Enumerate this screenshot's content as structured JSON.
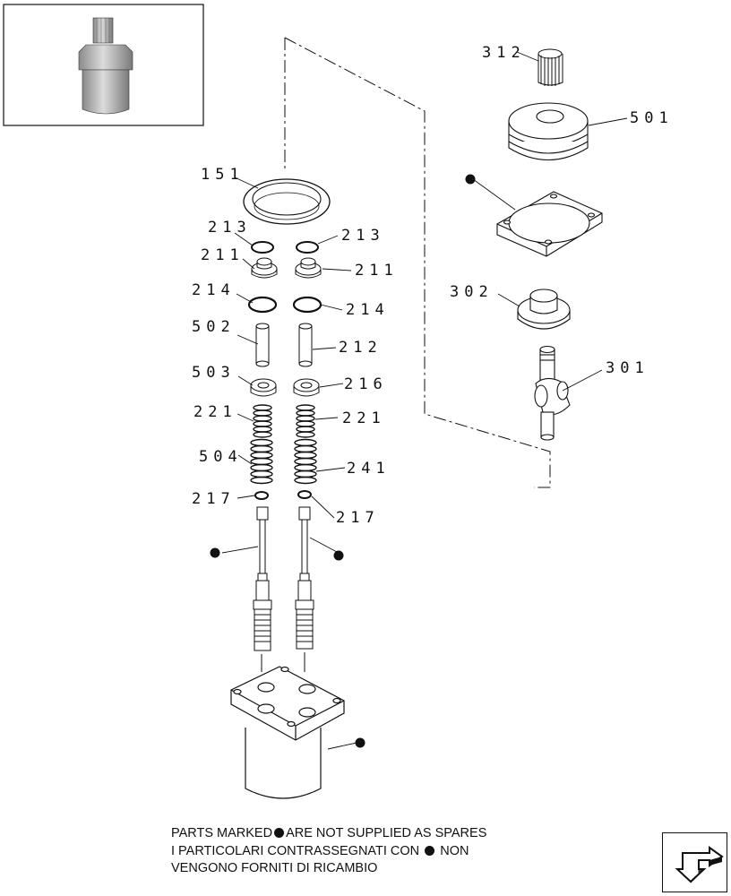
{
  "callouts": {
    "c151": "151",
    "c213a": "213",
    "c213b": "213",
    "c211a": "211",
    "c211b": "211",
    "c214a": "214",
    "c214b": "214",
    "c502": "502",
    "c212": "212",
    "c503": "503",
    "c216": "216",
    "c221a": "221",
    "c221b": "221",
    "c504": "504",
    "c241": "241",
    "c217a": "217",
    "c217b": "217",
    "c312": "312",
    "c501": "501",
    "c302": "302",
    "c301": "301"
  },
  "notes": {
    "line1_a": "PARTS MARKED",
    "line1_b": "ARE NOT SUPPLIED AS SPARES",
    "line2_a": "I  PARTICOLARI  CONTRASSEGNATI  CON",
    "line2_b": "NON",
    "line3": "VENGONO FORNITI DI RICAMBIO"
  },
  "icons": {
    "marker": "filled-dot-icon",
    "navigation": "back-arrow-icon",
    "thumbnail": "assembly-thumbnail"
  },
  "colors": {
    "ink": "#111111",
    "part_fill": "#ffffff",
    "thumb_fill": "#d9d9d9"
  }
}
